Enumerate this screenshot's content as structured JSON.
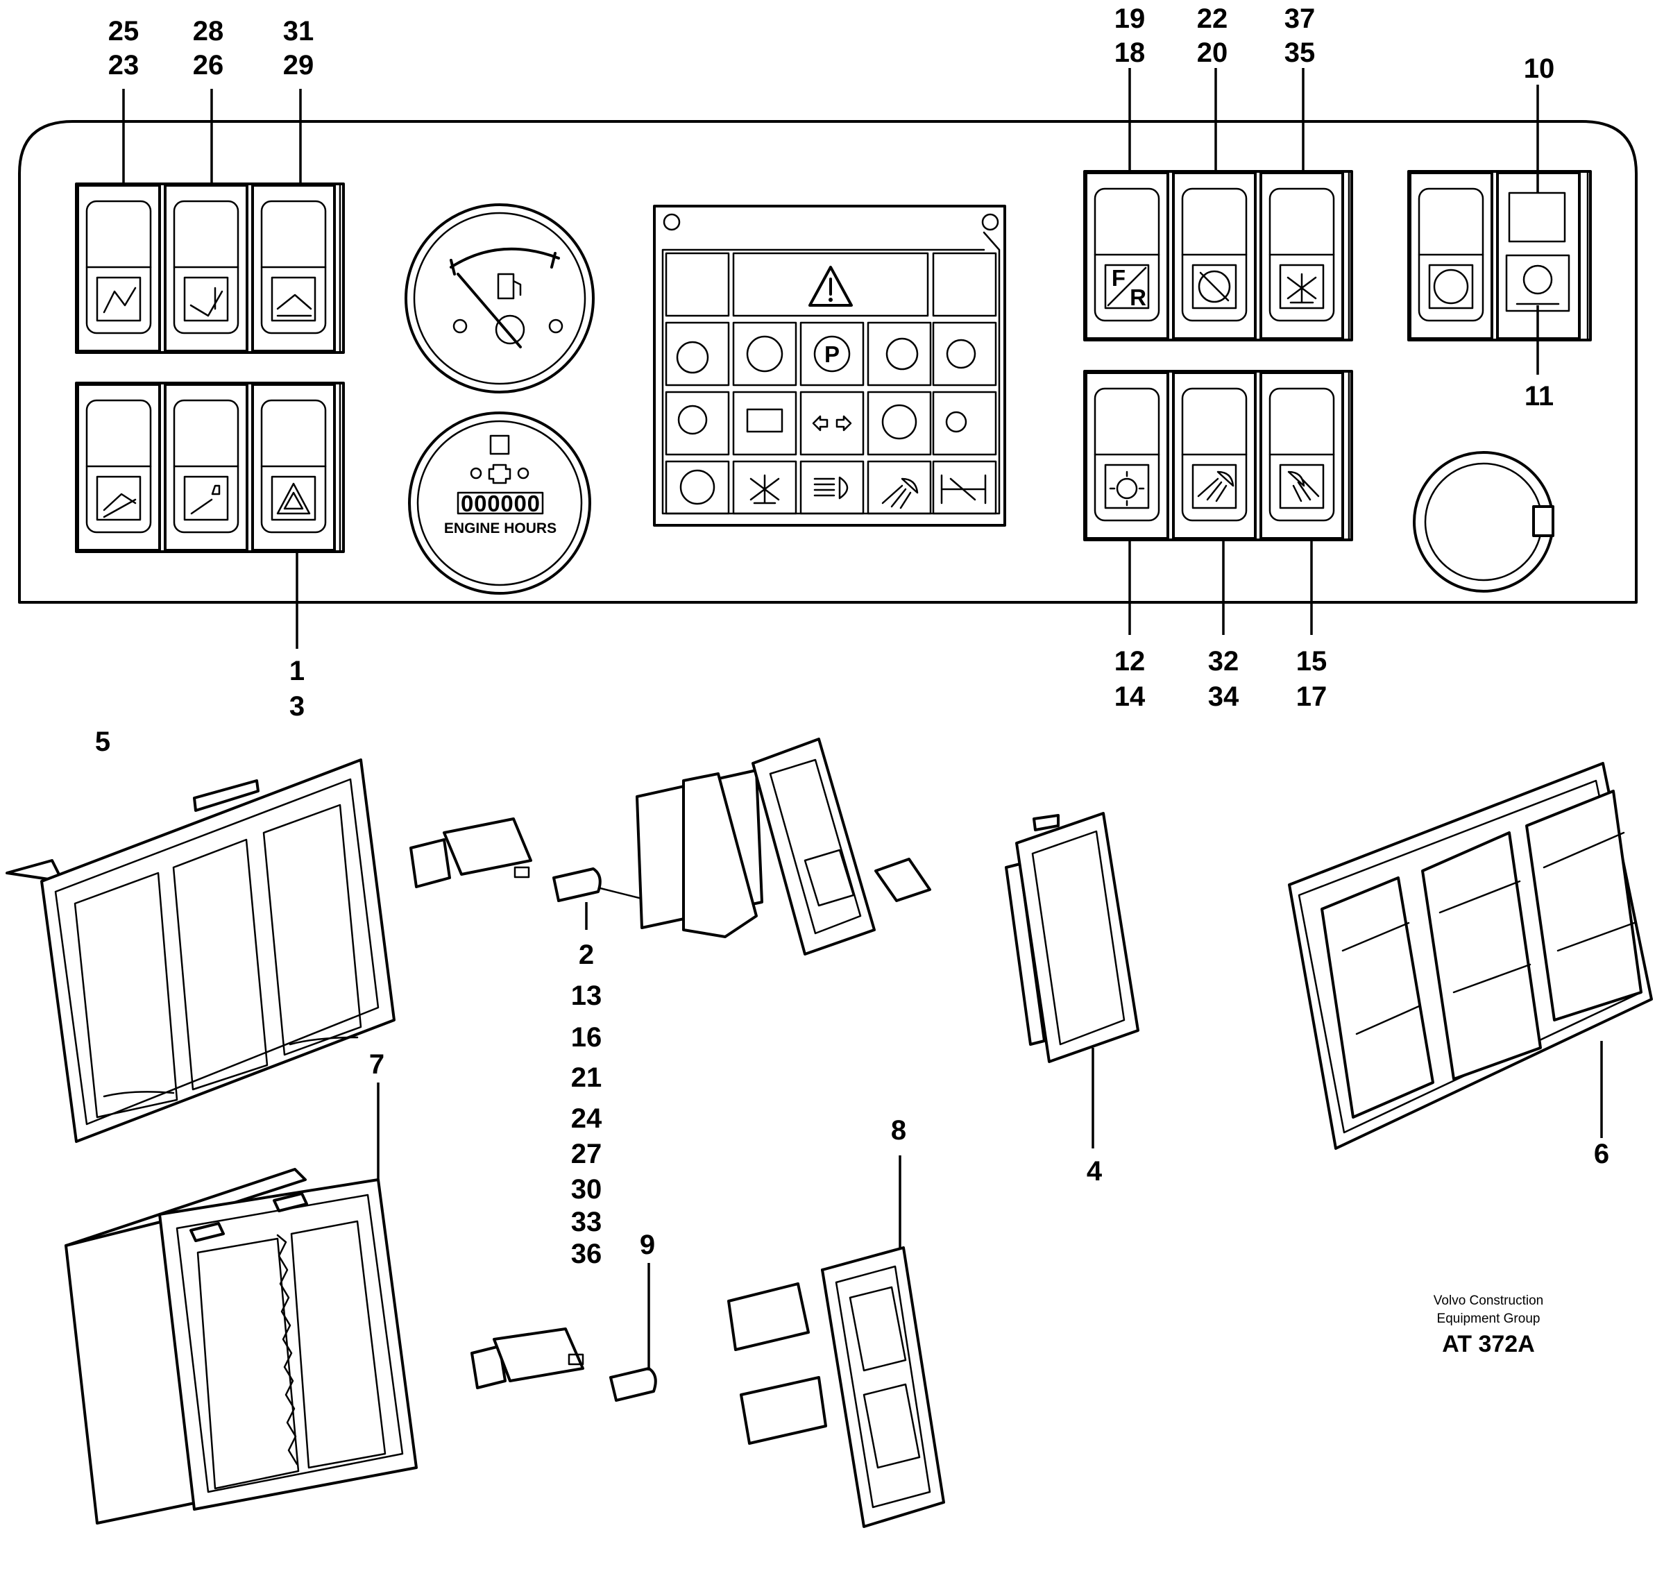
{
  "callouts": {
    "c25": "25",
    "c23": "23",
    "c28": "28",
    "c26": "26",
    "c31": "31",
    "c29": "29",
    "c19": "19",
    "c18": "18",
    "c22": "22",
    "c20": "20",
    "c37": "37",
    "c35": "35",
    "c10": "10",
    "c11": "11",
    "c1": "1",
    "c3": "3",
    "c12": "12",
    "c14": "14",
    "c32": "32",
    "c34": "34",
    "c15": "15",
    "c17": "17",
    "c5": "5",
    "c2": "2",
    "c4": "4",
    "c6": "6",
    "c7": "7",
    "c8": "8",
    "c9": "9",
    "c13": "13",
    "c16": "16",
    "c21": "21",
    "c24": "24",
    "c27": "27",
    "c30": "30",
    "c33": "33",
    "c36": "36"
  },
  "gauge": {
    "hour_counter": "000000",
    "hours_label": "ENGINE HOURS",
    "switch_fr_f": "F",
    "switch_fr_r": "R"
  },
  "caption": {
    "line1": "Volvo Construction",
    "line2": "Equipment Group",
    "code": "AT 372A"
  }
}
